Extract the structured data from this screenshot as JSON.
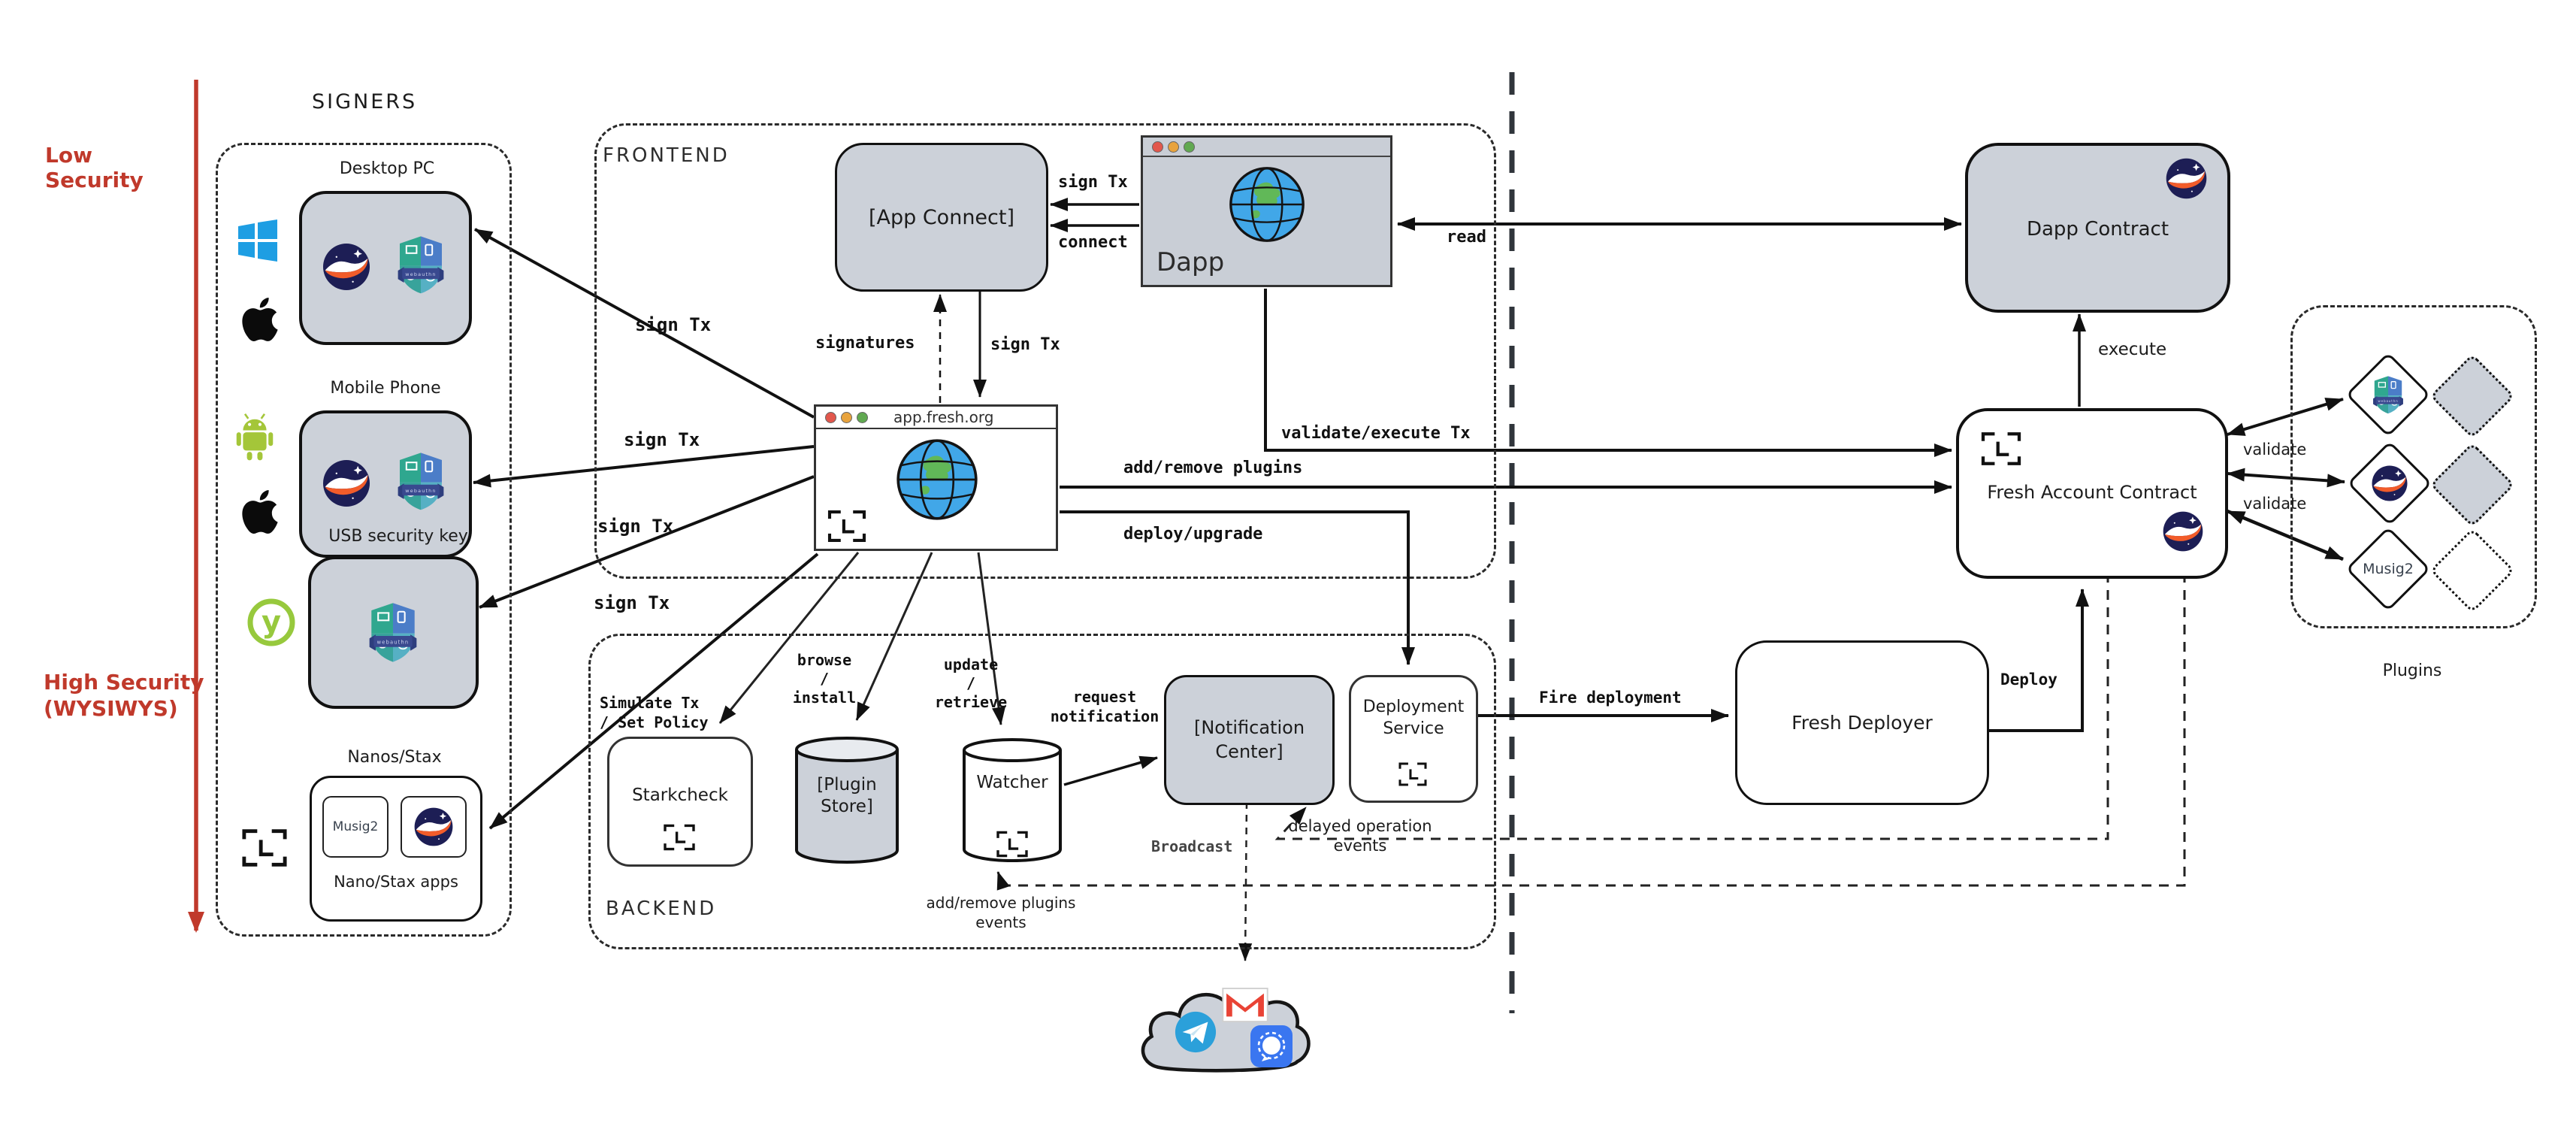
{
  "axis": {
    "low": "Low Security",
    "high1": "High Security",
    "high2": "(WYSIWYS)"
  },
  "signers": {
    "title": "SIGNERS",
    "desktop_label": "Desktop PC",
    "mobile_label": "Mobile Phone",
    "usb_label": "USB security key",
    "nanos_label": "Nanos/Stax",
    "nanos_caption": "Nano/Stax apps",
    "musig_chip": "Musig2"
  },
  "frontend": {
    "title": "FRONTEND",
    "app_connect": "[App Connect]",
    "dapp_title": "Dapp",
    "app_url": "app.fresh.org"
  },
  "backend": {
    "title": "BACKEND",
    "starkcheck": "Starkcheck",
    "plugin_store_line1": "[Plugin",
    "plugin_store_line2": "Store]",
    "watcher": "Watcher",
    "notification_line1": "[Notification",
    "notification_line2": "Center]",
    "deployment_line1": "Deployment",
    "deployment_line2": "Service"
  },
  "onchain": {
    "dapp_contract": "Dapp Contract",
    "fresh_account_contract": "Fresh Account Contract",
    "fresh_deployer": "Fresh Deployer",
    "plugins_title": "Plugins",
    "musig2_plugin": "Musig2"
  },
  "edge_labels": {
    "sign_tx": "sign Tx",
    "connect": "connect",
    "signatures": "signatures",
    "read": "read",
    "validate_execute_tx": "validate/execute Tx",
    "add_remove_plugins": "add/remove plugins",
    "deploy_upgrade": "deploy/upgrade",
    "browse": "browse",
    "slash": "/",
    "install": "install",
    "update": "update",
    "retrieve": "retrieve",
    "request_line1": "request",
    "request_line2": "notification",
    "simulate_line1": "Simulate Tx",
    "simulate_line2": "/ Set Policy",
    "fire_deployment": "Fire deployment",
    "deploy": "Deploy",
    "execute": "execute",
    "validate": "validate",
    "broadcast": "Broadcast",
    "delayed_line1": "delayed operation",
    "delayed_line2": "events",
    "add_remove_events_line1": "add/remove plugins",
    "add_remove_events_line2": "events"
  },
  "icons": {
    "webauthn_banner": "webauthn"
  },
  "colors": {
    "red_axis": "#c0392b",
    "box_gray": "#ccd1d9",
    "starknet_navy": "#1d1e55",
    "starknet_orange": "#f25c2a",
    "windows_blue": "#1e9ee3",
    "android_green": "#a4c639",
    "yubico_green": "#97c93d",
    "telegram_blue": "#2ba0da",
    "signal_blue": "#3a76f0",
    "gmail_red": "#e94335",
    "shield_teal": "#2fa78f",
    "shield_blue": "#4b7dc8"
  }
}
